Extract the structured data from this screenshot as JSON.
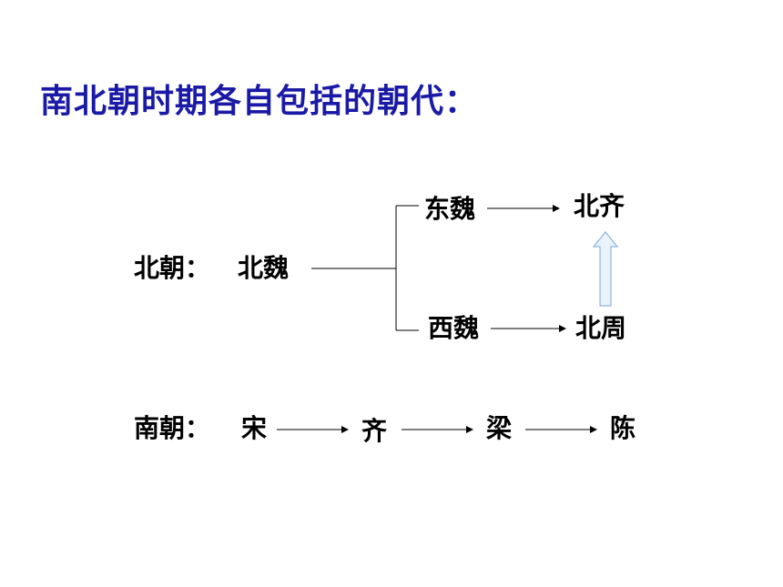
{
  "title": "南北朝时期各自包括的朝代：",
  "colors": {
    "title": "#1a1aa6",
    "text": "#000000",
    "line": "#000000",
    "up_arrow_fill": "#eaf3fb",
    "up_arrow_stroke": "#8fb3d9"
  },
  "north": {
    "label": "北朝：",
    "root": "北魏",
    "east": "东魏",
    "west": "西魏",
    "east_next": "北齐",
    "west_next": "北周"
  },
  "south": {
    "label": "南朝：",
    "dynasties": [
      "宋",
      "齐",
      "梁",
      "陈"
    ]
  }
}
